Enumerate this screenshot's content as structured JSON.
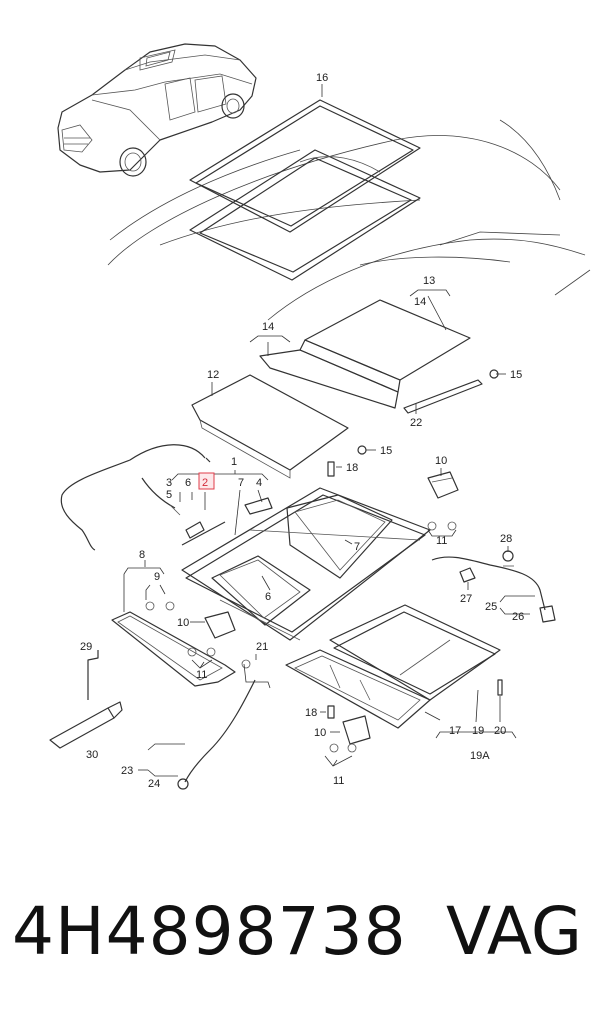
{
  "diagram": {
    "callouts": [
      "16",
      "13",
      "14",
      "15",
      "12",
      "14",
      "22",
      "15",
      "18",
      "1",
      "2",
      "3",
      "4",
      "5",
      "6",
      "7",
      "10",
      "11",
      "28",
      "27",
      "25",
      "26",
      "7",
      "6",
      "8",
      "9",
      "10",
      "11",
      "29",
      "30",
      "21",
      "23",
      "24",
      "18",
      "10",
      "11",
      "17",
      "19",
      "20",
      "19A"
    ],
    "highlighted_callout": "2"
  },
  "footer": {
    "part_number": "4H4898738",
    "brand": "VAG"
  },
  "colors": {
    "highlight": "#e03c4a",
    "ink": "#333333"
  }
}
